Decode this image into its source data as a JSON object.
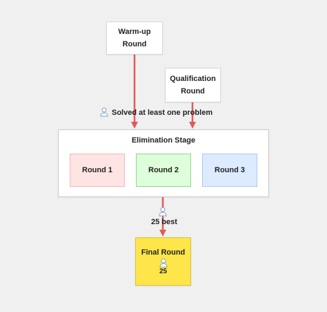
{
  "nodes": {
    "warmup": "Warm-up\nRound",
    "qualification": "Qualification\nRound",
    "elimination_stage": "Elimination Stage",
    "rounds": [
      "Round 1",
      "Round 2",
      "Round 3"
    ],
    "final_round": "Final Round",
    "final_count": "25"
  },
  "labels": {
    "solved": "Solved at least one problem",
    "best": "25 best"
  },
  "colors": {
    "background": "#f0f0f0",
    "arrow": "#e05a5a",
    "round_1": "#ffe4e4",
    "round_2": "#ddffd9",
    "round_3": "#dcebff",
    "final": "#fde54a"
  },
  "icons": {
    "condition_icon": "person-icon",
    "final_icon": "person-icon"
  }
}
